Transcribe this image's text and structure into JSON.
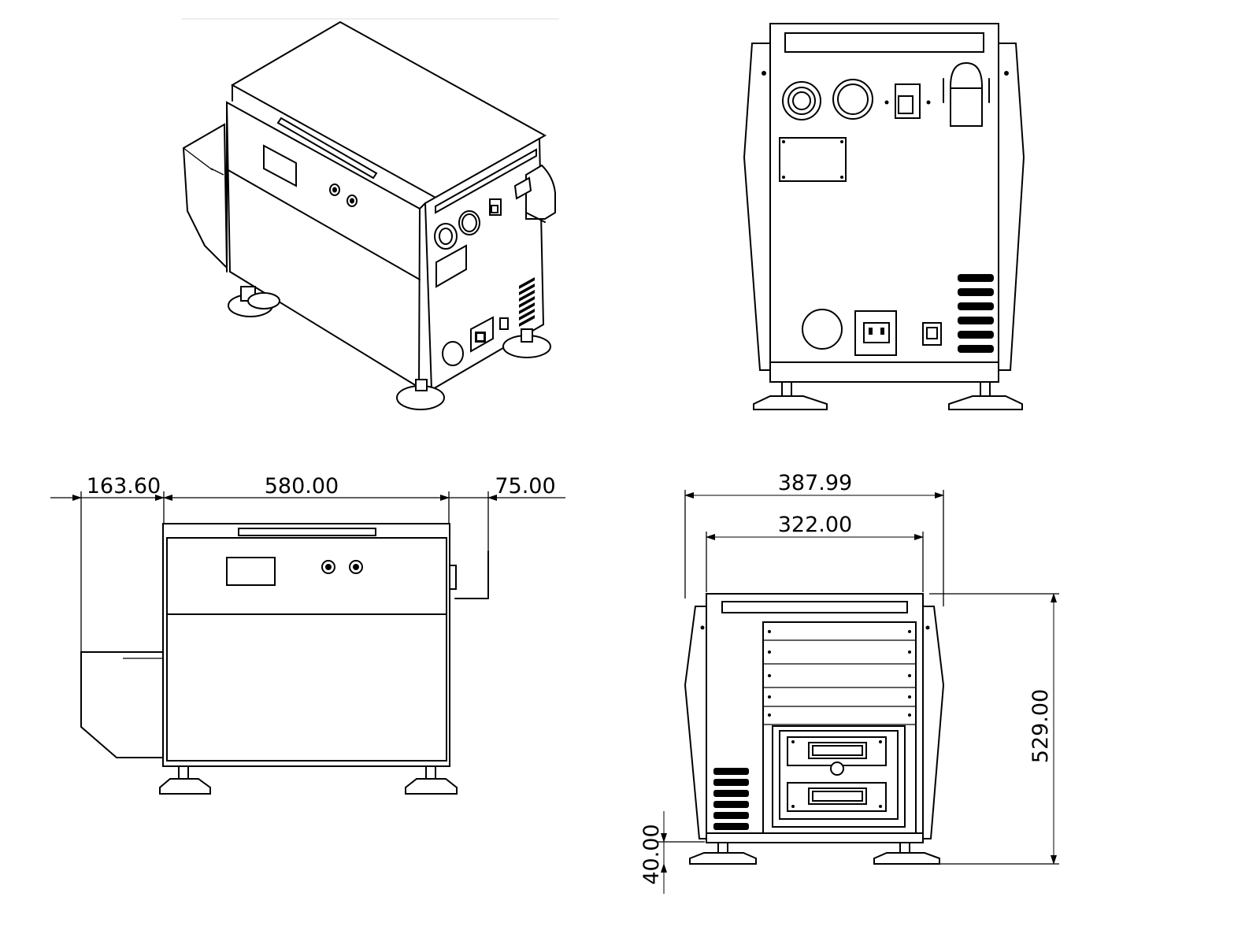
{
  "drawing": {
    "views": [
      {
        "id": "isometric"
      },
      {
        "id": "rear"
      },
      {
        "id": "side"
      },
      {
        "id": "front"
      }
    ],
    "dimensions": {
      "side": {
        "left_overhang": "163.60",
        "body_length": "580.00",
        "handle_overhang": "75.00"
      },
      "front": {
        "overall_width": "387.99",
        "body_width": "322.00",
        "overall_height": "529.00",
        "foot_height": "40.00"
      }
    }
  }
}
